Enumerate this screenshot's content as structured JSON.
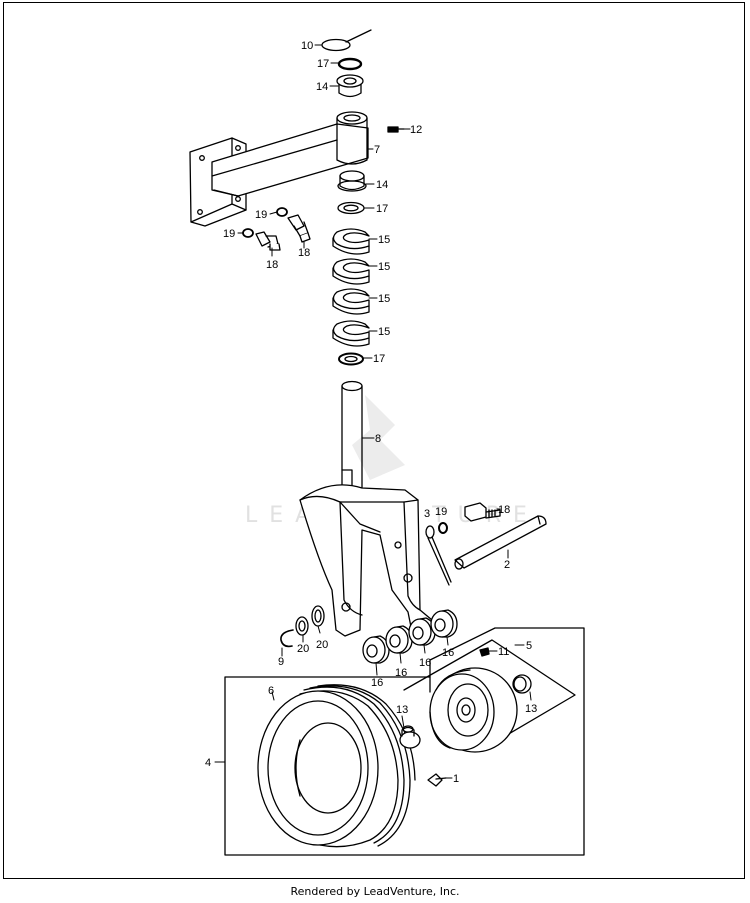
{
  "watermark": "LEADVENTURE",
  "footer": "Rendered by LeadVenture, Inc.",
  "callouts": {
    "c10": "10",
    "c17a": "17",
    "c14a": "14",
    "c12": "12",
    "c7": "7",
    "c14b": "14",
    "c17b": "17",
    "c19a": "19",
    "c19b": "19",
    "c18a": "18",
    "c18b": "18",
    "c15a": "15",
    "c15b": "15",
    "c15c": "15",
    "c15d": "15",
    "c17c": "17",
    "c8": "8",
    "c3": "3",
    "c19c": "19",
    "c18c": "18",
    "c2": "2",
    "c9": "9",
    "c20a": "20",
    "c20b": "20",
    "c16a": "16",
    "c16b": "16",
    "c16c": "16",
    "c16d": "16",
    "c11": "11",
    "c5": "5",
    "c6": "6",
    "c4": "4",
    "c13a": "13",
    "c13b": "13",
    "c1": "1"
  }
}
